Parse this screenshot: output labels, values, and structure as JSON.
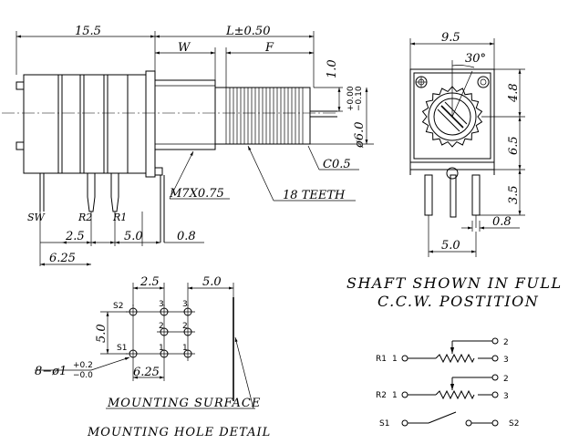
{
  "side_view": {
    "dim_body": "15.5",
    "dim_length": "L±0.50",
    "dim_w": "W",
    "dim_f": "F",
    "dim_flat": "1.0",
    "dim_shaft_dia": "ø6.0",
    "tol_upper": "+0.00",
    "tol_lower": "−0.10",
    "chamfer": "C0.5",
    "thread": "M7X0.75",
    "teeth": "18 TEETH",
    "pin_sw": "SW",
    "pin_r2": "R2",
    "pin_r1": "R1",
    "dim_pitch1": "2.5",
    "dim_pitch2": "5.0",
    "dim_gap": "0.8",
    "dim_total": "6.25"
  },
  "front_view": {
    "dim_width": "9.5",
    "angle": "30°",
    "dim_top": "4.8",
    "dim_mid": "6.5",
    "dim_bottom": "3.5",
    "dim_pin": "0.8",
    "dim_base": "5.0"
  },
  "hole_detail": {
    "dim_pitch_a": "2.5",
    "dim_pitch_b": "5.0",
    "dim_vert": "5.0",
    "dim_horiz": "6.25",
    "hole_spec": "8−ø1",
    "hole_tol_upper": "+0.2",
    "hole_tol_lower": "−0.0",
    "row_s2": "S2",
    "row_s1": "S1",
    "num_3a": "3",
    "num_3b": "3",
    "num_2a": "2",
    "num_2b": "2",
    "num_1a": "1",
    "num_1b": "1",
    "mounting_surface": "MOUNTING SURFACE",
    "title": "MOUNTING HOLE DETAIL"
  },
  "notes": {
    "line1": "SHAFT SHOWN IN FULL",
    "line2": "C.C.W. POSTITION"
  },
  "schematic": {
    "r1_label": "R1",
    "r2_label": "R2",
    "s1_label": "S1",
    "s2_label": "S2",
    "r1_pin1": "1",
    "r1_pin2": "2",
    "r1_pin3": "3",
    "r2_pin1": "1",
    "r2_pin2": "2",
    "r2_pin3": "3"
  }
}
